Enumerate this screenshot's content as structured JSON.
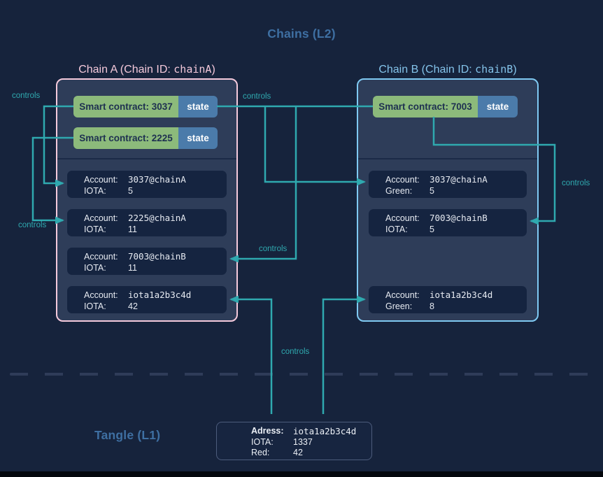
{
  "headings": {
    "l2": "Chains (L2)",
    "l1": "Tangle (L1)"
  },
  "connector_label": "controls",
  "chain_a": {
    "title_prefix": "Chain A (Chain ID: ",
    "chain_id": "chainA",
    "title_suffix": ")",
    "contracts": [
      {
        "label": "Smart contract: 3037",
        "badge": "state"
      },
      {
        "label": "Smart contract: 2225",
        "badge": "state"
      }
    ],
    "accounts": [
      {
        "label": "Account:",
        "value": "3037@chainA",
        "balance_label": "IOTA:",
        "balance": "5"
      },
      {
        "label": "Account:",
        "value": "2225@chainA",
        "balance_label": "IOTA:",
        "balance": "11"
      },
      {
        "label": "Account:",
        "value": "7003@chainB",
        "balance_label": "IOTA:",
        "balance": "11"
      },
      {
        "label": "Account:",
        "value": "iota1a2b3c4d",
        "balance_label": "IOTA:",
        "balance": "42"
      }
    ]
  },
  "chain_b": {
    "title_prefix": "Chain B (Chain ID: ",
    "chain_id": "chainB",
    "title_suffix": ")",
    "contracts": [
      {
        "label": "Smart contract: 7003",
        "badge": "state"
      }
    ],
    "accounts": [
      {
        "label": "Account:",
        "value": "3037@chainA",
        "balance_label": "Green:",
        "balance": "5"
      },
      {
        "label": "Account:",
        "value": "7003@chainB",
        "balance_label": "IOTA:",
        "balance": "5"
      },
      {
        "label": "Account:",
        "value": "iota1a2b3c4d",
        "balance_label": "Green:",
        "balance": "8"
      }
    ]
  },
  "tangle_address": {
    "address_label": "Adress:",
    "address": "iota1a2b3c4d",
    "iota_label": "IOTA:",
    "iota_balance": "1337",
    "red_label": "Red:",
    "red_balance": "42"
  },
  "colors": {
    "background": "#16233C",
    "panel_fill": "#2E3D59",
    "chain_a_border": "#F5CADC",
    "chain_b_border": "#7FC9F2",
    "contract_green": "#8CBA7B",
    "state_badge_blue": "#4B7BAA",
    "connector_teal": "#2FA9AF",
    "heading_blue": "#3E6FA2",
    "account_card_fill": "#152440"
  }
}
